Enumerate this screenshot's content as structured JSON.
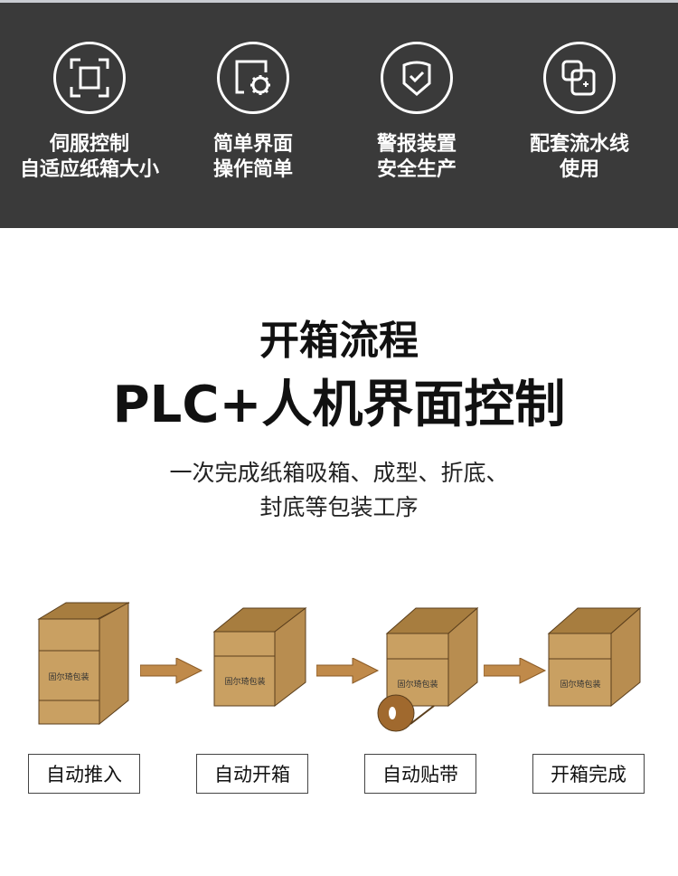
{
  "features": [
    {
      "icon": "scan-frame-icon",
      "line1": "伺服控制",
      "line2": "自适应纸箱大小"
    },
    {
      "icon": "screen-gear-icon",
      "line1": "简单界面",
      "line2": "操作简单"
    },
    {
      "icon": "shield-check-icon",
      "line1": "警报装置",
      "line2": "安全生产"
    },
    {
      "icon": "overlap-squares-icon",
      "line1": "配套流水线",
      "line2": "使用"
    }
  ],
  "heading": {
    "title": "开箱流程",
    "subtitle": "PLC+人机界面控制"
  },
  "description": {
    "line1": "一次完成纸箱吸箱、成型、折底、",
    "line2": "封底等包装工序"
  },
  "box_print": "固尔琦包装",
  "steps": [
    {
      "label": "自动推入"
    },
    {
      "label": "自动开箱"
    },
    {
      "label": "自动贴带"
    },
    {
      "label": "开箱完成"
    }
  ],
  "colors": {
    "band": "#3a3a3a",
    "carton": "#c9a062",
    "carton_dark": "#a77d3f",
    "arrow": "#c08a4a"
  }
}
